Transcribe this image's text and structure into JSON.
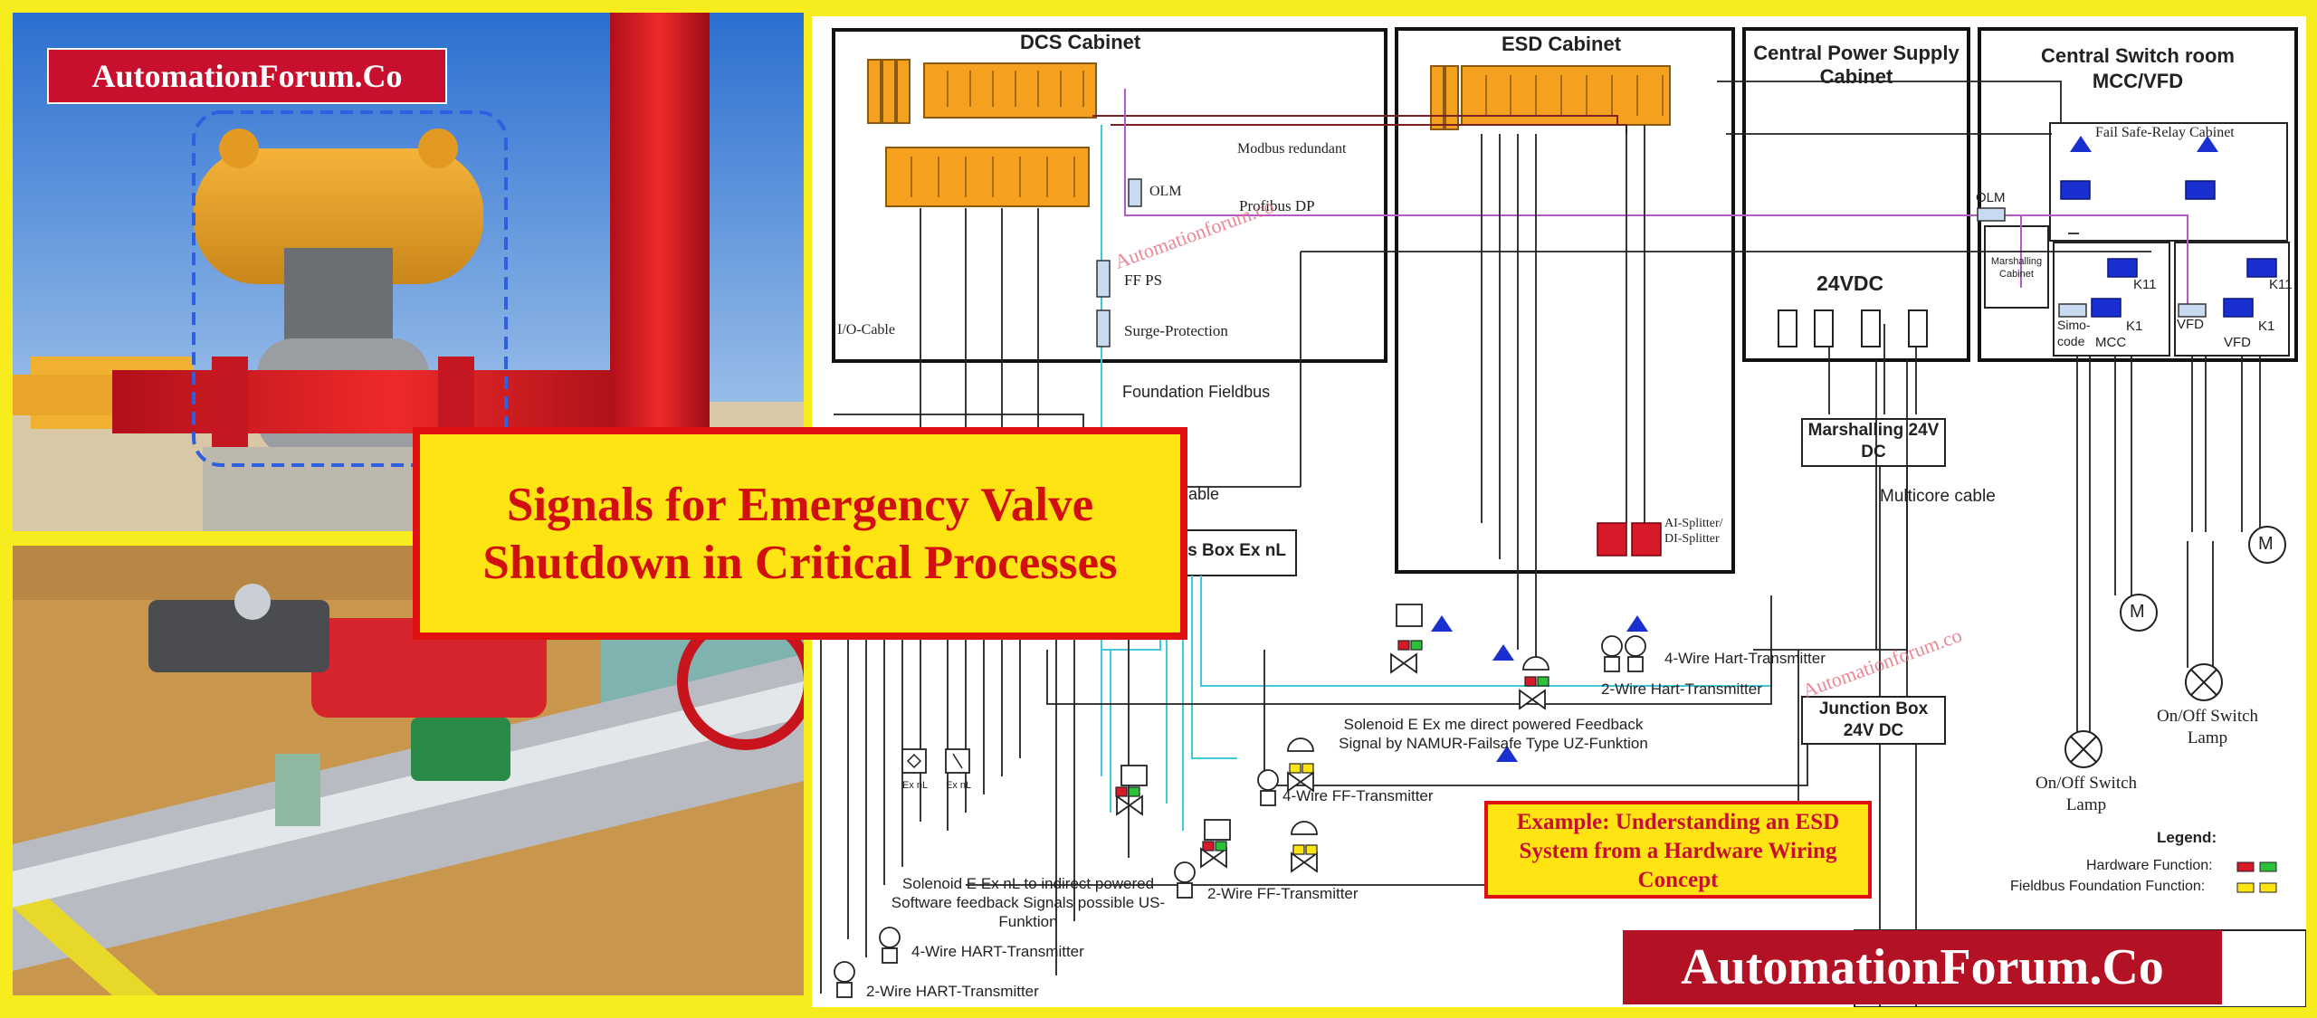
{
  "brand": {
    "top": "AutomationForum.Co",
    "bottom": "AutomationForum.Co"
  },
  "title": "Signals for Emergency Valve Shutdown in Critical Processes",
  "watermark": "Automationforum.co",
  "cabinets": {
    "dcs": "DCS Cabinet",
    "esd": "ESD Cabinet",
    "power": "Central Power Supply Cabinet",
    "switch_room": "Central Switch room MCC/VFD"
  },
  "labels": {
    "modbus": "Modbus redundant",
    "olm": "OLM",
    "olm2": "OLM",
    "profibus": "Profibus   DP",
    "ffps": "FF PS",
    "surge": "Surge-Protection",
    "io_cable": "I/O-Cable",
    "ff_bus": "Foundation Fieldbus",
    "cable_frag": "able",
    "junction_ex": "bus Box Ex nL",
    "vdc": "24VDC",
    "marshalling_24": "Marshalling 24V DC",
    "multicore": "Multicore cable",
    "ai_splitter": "AI-Splitter/ DI-Splitter",
    "failsafe_relay": "Fail Safe-Relay Cabinet",
    "marshalling_cab": "Marshalling Cabinet",
    "k11a": "K11",
    "k1a": "K1",
    "k11b": "K11",
    "k1b": "K1",
    "simo": "Simo- code",
    "mcc": "MCC",
    "vfd_small": "VFD",
    "vfd": "VFD",
    "motor": "M",
    "four_wire_hart_t": "4-Wire Hart-Transmitter",
    "two_wire_hart_t": "2-Wire Hart-Transmitter",
    "solenoid_direct": "Solenoid E Ex me direct powered Feedback Signal by NAMUR-Failsafe Type UZ-Funktion",
    "junction_24": "Junction Box 24V DC",
    "onoff_lamp_1": "On/Off Switch Lamp",
    "onoff_lamp_2": "On/Off Switch Lamp",
    "exnl_1": "Ex nL",
    "exnl_2": "Ex nL",
    "four_wire_ff": "4-Wire FF-Transmitter",
    "two_wire_ff": "2-Wire FF-Transmitter",
    "solenoid_indirect": "Solenoid E Ex nL to indirect powered Software feedback Signals possible US-Funktion",
    "four_wire_hart": "4-Wire HART-Transmitter",
    "two_wire_hart": "2-Wire HART-Transmitter",
    "legend": "Legend:",
    "hw_function": "Hardware Function:",
    "ff_function": "Fieldbus Foundation Function:"
  },
  "example": "Example: Understanding an ESD System from a Hardware Wiring Concept",
  "colors": {
    "brand_red": "#c8102e",
    "frame_yellow": "#f6ec1e",
    "module_orange": "#f5a01e",
    "fieldbus_cyan": "#40c8d8",
    "profibus_purple": "#b45ac8"
  }
}
